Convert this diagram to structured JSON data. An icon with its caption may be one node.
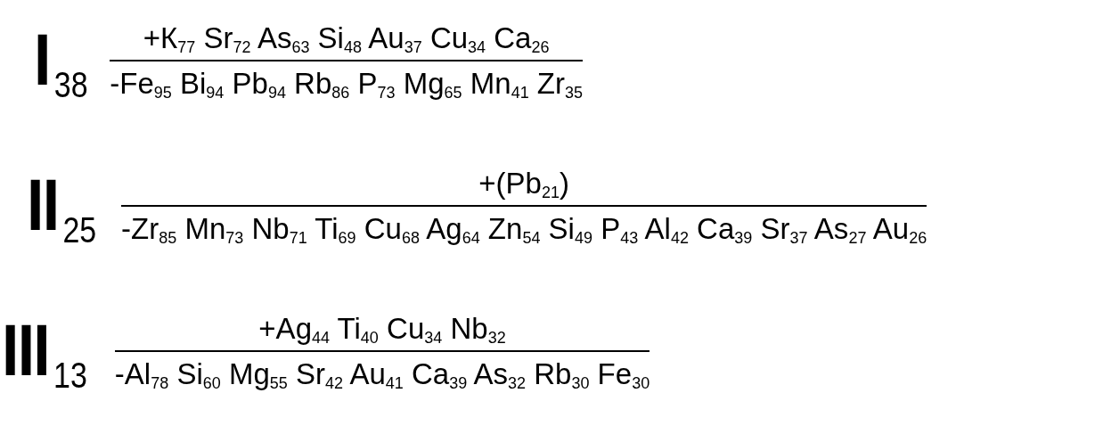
{
  "diagram": {
    "labels": [
      "I$_{38}$",
      "+К$_{77}$ Sr$_{72}$ As$_{63}$ Si$_{48}$ Au$_{37}$ Cu$_{34}$ Ca$_{26}$",
      "-Fe$_{95}$ Bi$_{94}$ Pb$_{94}$ Rb$_{86}$ P$_{73}$ Mg$_{65}$ Mn$_{41}$ Zr$_{35}$",
      "II$_{25}$",
      "+(Pb$_{21}$)",
      "-Zr$_{85}$ Mn$_{73}$ Nb$_{71}$ Ti$_{69}$ Cu$_{68}$ Ag$_{64}$ Zn$_{54}$ Si$_{49}$ P$_{43}$ Al$_{42}$ Ca$_{39}$ Sr$_{37}$ As$_{27}$ Au$_{26}$",
      "III$_{13}$",
      "+Ag$_{44}$ Ti$_{40}$ Cu$_{34}$ Nb$_{32}$",
      "-Al$_{78}$ Si$_{60}$ Mg$_{55}$ Sr$_{42}$ Au$_{41}$ Ca$_{39}$ As$_{32}$ Rb$_{30}$ Fe$_{30}$"
    ]
  }
}
